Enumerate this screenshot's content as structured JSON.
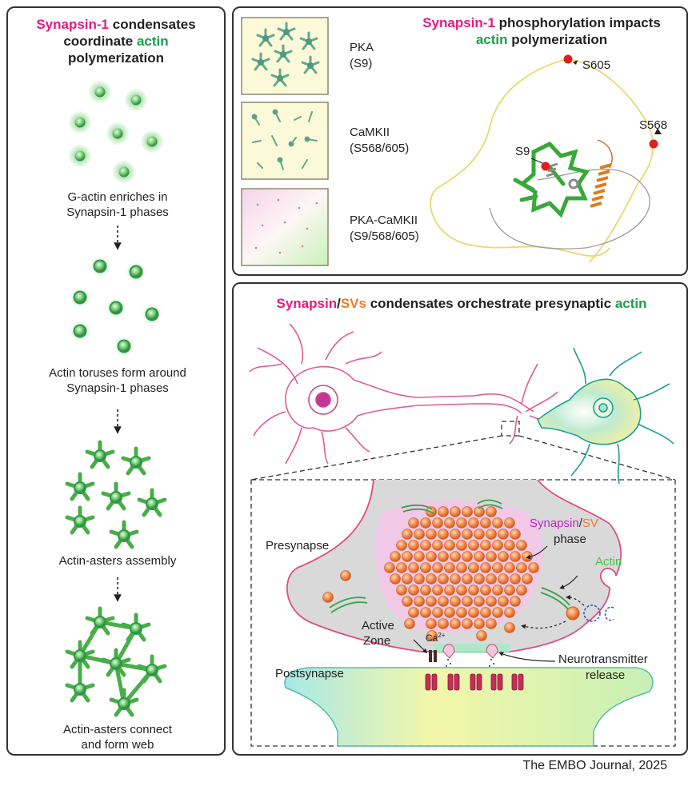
{
  "left_panel": {
    "title_parts": [
      "Synapsin-1",
      " condensates",
      "coordinate ",
      "actin",
      "polymerization"
    ],
    "steps": [
      "G-actin enriches in",
      "Synapsin-1 phases",
      "Actin toruses form around",
      "Synapsin-1 phases",
      "Actin-asters assembly",
      "Actin-asters connect",
      "and form web"
    ]
  },
  "top_right": {
    "title_parts": [
      "Synapsin-1",
      " phosphorylation impacts",
      "actin",
      " polymerization"
    ],
    "conditions": [
      {
        "line1": "PKA",
        "line2": "(S9)"
      },
      {
        "line1": "CaMKII",
        "line2": "(S568/605)"
      },
      {
        "line1": "PKA-CaMKII",
        "line2": "(S9/568/605)"
      }
    ],
    "sites": [
      "S605",
      "S568",
      "S9"
    ]
  },
  "bottom_right": {
    "title_parts": [
      "Synapsin",
      "/",
      "SVs",
      " condensates orchestrate presynaptic ",
      "actin"
    ],
    "labels": {
      "presynapse": "Presynapse",
      "postsynapse": "Postsynapse",
      "phase_synapsin": "Synapsin",
      "phase_slash": "/",
      "phase_sv": "SV",
      "phase_word": "phase",
      "actin": "Actin",
      "active": "Active",
      "zone": "Zone",
      "calcium": "Ca",
      "calcium_sup": "2+",
      "neuro1": "Neurotransmitter",
      "neuro2": "release"
    }
  },
  "credit": "The EMBO Journal, 2025",
  "colors": {
    "pink": "#e6197f",
    "green": "#1a9e4c",
    "orange": "#f07a2a",
    "teal": "#1b9e93"
  }
}
